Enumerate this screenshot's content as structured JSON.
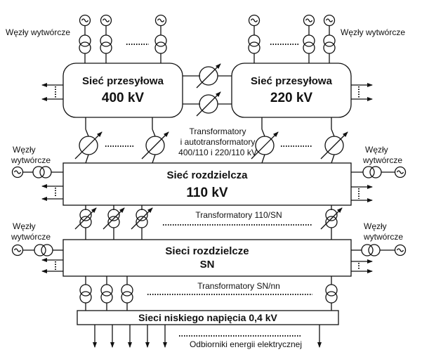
{
  "labels": {
    "gen_top_left": "Węzły wytwórcze",
    "gen_top_right": "Węzły wytwórcze",
    "gen_110_left_1": "Węzły",
    "gen_110_left_2": "wytwórcze",
    "gen_110_right_1": "Węzły",
    "gen_110_right_2": "wytwórcze",
    "gen_sn_left_1": "Węzły",
    "gen_sn_left_2": "wytwórcze",
    "gen_sn_right_1": "Węzły",
    "gen_sn_right_2": "wytwórcze"
  },
  "boxes": {
    "net400_line1": "Sieć przesyłowa",
    "net400_line2": "400 kV",
    "net220_line1": "Sieć przesyłowa",
    "net220_line2": "220 kV",
    "net110_line1": "Sieć rozdzielcza",
    "net110_line2": "110 kV",
    "netSN_line1": "Sieci rozdzielcze",
    "netSN_line2": "SN",
    "netnn": "Sieci niskiego napięcia  0,4 kV"
  },
  "transformers": {
    "hv_line1": "Transformatory",
    "hv_line2": "i autotransformatory",
    "hv_line3": "400/110 i 220/110 kV",
    "mv": "Transformatory 110/SN",
    "lv": "Transformatory SN/nn"
  },
  "loads": "Odbiorniki energii elektrycznej",
  "icons": [
    "generator-icon",
    "transformer-icon",
    "regulating-transformer-icon",
    "arrow-icon"
  ]
}
